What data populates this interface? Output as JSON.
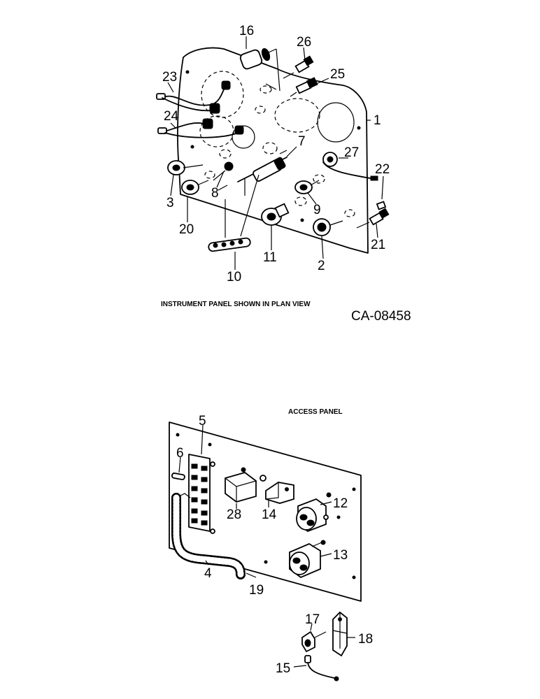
{
  "top_diagram": {
    "caption": "INSTRUMENT PANEL SHOWN IN PLAN VIEW",
    "code": "CA-08458",
    "callouts": [
      "16",
      "26",
      "23",
      "25",
      "1",
      "24",
      "7",
      "27",
      "22",
      "3",
      "8",
      "9",
      "20",
      "21",
      "11",
      "2",
      "10"
    ]
  },
  "bottom_diagram": {
    "caption": "ACCESS PANEL",
    "callouts": [
      "5",
      "6",
      "28",
      "14",
      "12",
      "13",
      "4",
      "19",
      "17",
      "18",
      "15"
    ]
  }
}
